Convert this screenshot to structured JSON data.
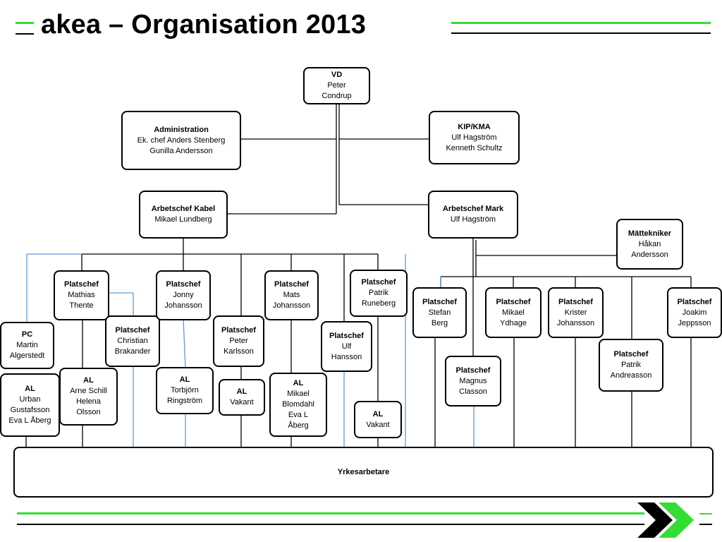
{
  "title": "akea – Organisation 2013",
  "colors": {
    "accent": "#33dd33",
    "line": "#000000",
    "blue_line": "#5b9bd5"
  },
  "icons": {
    "footer": "chevron-arrows-icon"
  },
  "boxes": {
    "vd": {
      "title": "VD",
      "names": "Peter\nCondrup"
    },
    "admin": {
      "title": "Administration",
      "names": "Ek. chef Anders Stenberg\nGunilla Andersson"
    },
    "kip": {
      "title": "KIP/KMA",
      "names": "Ulf Hagström\nKenneth Schultz"
    },
    "ac_kabel": {
      "title": "Arbetschef Kabel",
      "names": "Mikael Lundberg"
    },
    "ac_mark": {
      "title": "Arbetschef Mark",
      "names": "Ulf Hagström"
    },
    "mattekniker": {
      "title": "Mättekniker",
      "names": "Håkan\nAndersson"
    },
    "pc": {
      "title": "PC",
      "names": "Martin\nAlgerstedt"
    },
    "al_urban": {
      "title": "AL",
      "names": "Urban\nGustafsson\nEva L Åberg"
    },
    "pl_mathias": {
      "title": "Platschef",
      "names": "Mathias\nThente"
    },
    "al_arne": {
      "title": "AL",
      "names": "Arne Schill\nHelena\nOlsson"
    },
    "pl_christian": {
      "title": "Platschef",
      "names": "Christian\nBrakander"
    },
    "pl_jonny": {
      "title": "Platschef",
      "names": "Jonny\nJohansson"
    },
    "al_torbjorn": {
      "title": "AL",
      "names": "Torbjörn\nRingström"
    },
    "pl_peter": {
      "title": "Platschef",
      "names": "Peter\nKarlsson"
    },
    "al_vakant1": {
      "title": "AL",
      "names": "Vakant"
    },
    "pl_mats": {
      "title": "Platschef",
      "names": "Mats\nJohansson"
    },
    "al_mikael": {
      "title": "AL",
      "names": "Mikael\nBlomdahl\nEva L\nÅberg"
    },
    "pl_patrik_r": {
      "title": "Platschef",
      "names": "Patrik\nRuneberg"
    },
    "pl_ulf": {
      "title": "Platschef",
      "names": "Ulf\nHansson"
    },
    "al_vakant2": {
      "title": "AL",
      "names": "Vakant"
    },
    "pl_stefan": {
      "title": "Platschef",
      "names": "Stefan\nBerg"
    },
    "pl_magnus": {
      "title": "Platschef",
      "names": "Magnus\nClasson"
    },
    "pl_mikael_y": {
      "title": "Platschef",
      "names": "Mikael\nYdhage"
    },
    "pl_krister": {
      "title": "Platschef",
      "names": "Krister\nJohansson"
    },
    "pl_patrik_a": {
      "title": "Platschef",
      "names": "Patrik\nAndreasson"
    },
    "pl_joakim": {
      "title": "Platschef",
      "names": "Joakim\nJeppsson"
    },
    "yrkes": {
      "title": "Yrkesarbetare",
      "names": ""
    }
  }
}
